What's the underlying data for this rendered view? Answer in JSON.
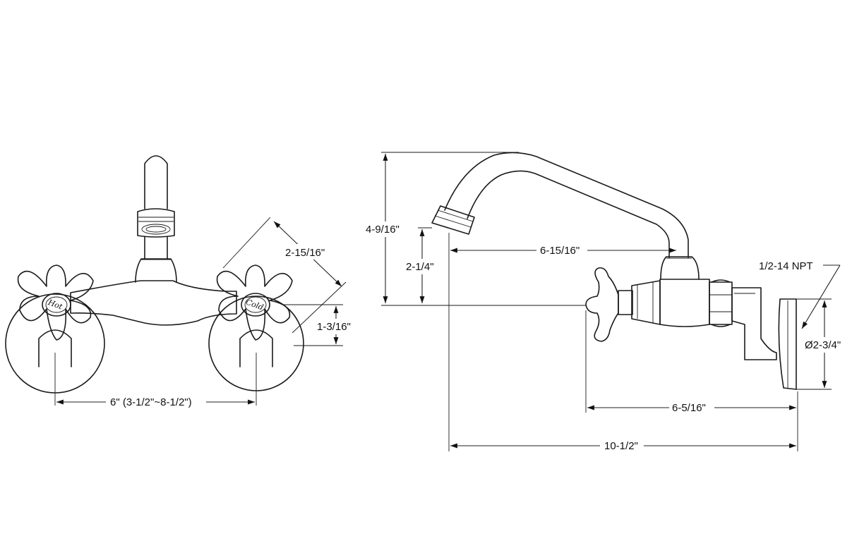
{
  "front_view": {
    "labels": {
      "hot": "Hot",
      "cold": "Cold"
    },
    "dimensions": {
      "center_spacing": "6\" (3-1/2\"~8-1/2\")",
      "handle_diagonal": "2-15/16\"",
      "handle_height": "1-3/16\""
    }
  },
  "side_view": {
    "dimensions": {
      "overall_height": "4-9/16\"",
      "spout_drop": "2-1/4\"",
      "spout_reach": "6-15/16\"",
      "handle_to_wall": "6-5/16\"",
      "overall_depth": "10-1/2\"",
      "thread": "1/2-14 NPT",
      "flange_diameter": "Ø2-3/4\""
    }
  }
}
